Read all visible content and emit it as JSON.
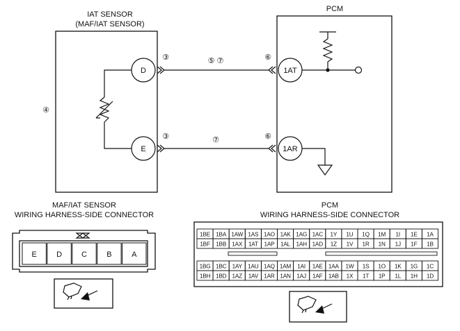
{
  "iat_sensor": {
    "title_line1": "IAT SENSOR",
    "title_line2": "(MAF/IAT SENSOR)",
    "pins": [
      "D",
      "E"
    ]
  },
  "pcm": {
    "title": "PCM",
    "pins": [
      "1AT",
      "1AR"
    ]
  },
  "callouts": {
    "sensor_side": "④",
    "d_terminal": "③",
    "e_terminal": "③",
    "upper_wire": "⑤ ⑦",
    "lower_wire": "⑦",
    "pcm_upper": "⑥",
    "pcm_lower": "⑥"
  },
  "sensor_connector": {
    "title_line1": "MAF/IAT SENSOR",
    "title_line2": "WIRING HARNESS-SIDE CONNECTOR",
    "terminals": [
      "E",
      "D",
      "C",
      "B",
      "A"
    ]
  },
  "pcm_connector": {
    "title_line1": "PCM",
    "title_line2": "WIRING HARNESS-SIDE CONNECTOR",
    "rows": [
      [
        "1BE",
        "1BA",
        "1AW",
        "1AS",
        "1AO",
        "1AK",
        "1AG",
        "1AC",
        "1Y",
        "1U",
        "1Q",
        "1M",
        "1I",
        "1E",
        "1A"
      ],
      [
        "1BF",
        "1BB",
        "1AX",
        "1AT",
        "1AP",
        "1AL",
        "1AH",
        "1AD",
        "1Z",
        "1V",
        "1R",
        "1N",
        "1J",
        "1F",
        "1B"
      ],
      [
        "1BG",
        "1BC",
        "1AY",
        "1AU",
        "1AQ",
        "1AM",
        "1AI",
        "1AE",
        "1AA",
        "1W",
        "1S",
        "1O",
        "1K",
        "1G",
        "1C"
      ],
      [
        "1BH",
        "1BD",
        "1AZ",
        "1AV",
        "1AR",
        "1AN",
        "1AJ",
        "1AF",
        "1AB",
        "1X",
        "1T",
        "1P",
        "1L",
        "1H",
        "1D"
      ]
    ]
  }
}
